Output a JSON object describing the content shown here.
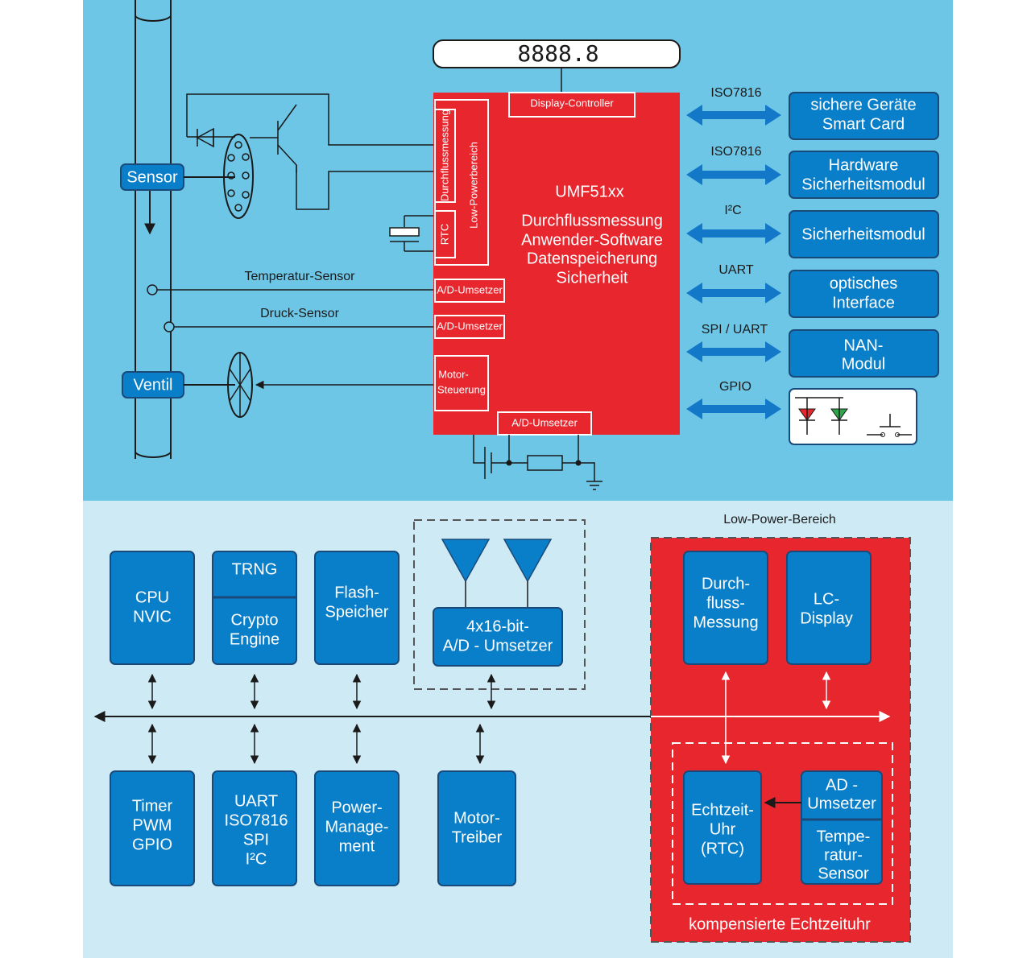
{
  "colors": {
    "top_bg": "#6ec6e6",
    "bottom_bg": "#cdeaf5",
    "red": "#e8262e",
    "box_blue": "#0a7fc9",
    "arrow_blue": "#1478c8",
    "white": "#ffffff"
  },
  "top": {
    "display_readout": "8888.8",
    "display_controller": "Display-Controller",
    "durchflussmessung_vertical": "Durchflussmessung",
    "low_power_vertical": "Low-Powerbereich",
    "rtc_vertical": "RTC",
    "ad1": "A/D-Umsetzer",
    "ad2": "A/D-Umsetzer",
    "ad3": "A/D-Umsetzer",
    "motor_line1": "Motor-",
    "motor_line2": "Steuerung",
    "chip_name": "UMF51xx",
    "chip_lines": [
      "Durchflussmessung",
      "Anwender-Software",
      "Datenspeicherung",
      "Sicherheit"
    ],
    "sensor_label": "Sensor",
    "ventil_label": "Ventil",
    "temp_sensor": "Temperatur-Sensor",
    "druck_sensor": "Druck-Sensor",
    "interfaces": [
      {
        "proto": "ISO7816",
        "lines": [
          "sichere Geräte",
          "Smart Card"
        ]
      },
      {
        "proto": "ISO7816",
        "lines": [
          "Hardware",
          "Sicherheitsmodul"
        ]
      },
      {
        "proto": "I²C",
        "lines": [
          "Sicherheitsmodul"
        ]
      },
      {
        "proto": "UART",
        "lines": [
          "optisches",
          "Interface"
        ]
      },
      {
        "proto": "SPI / UART",
        "lines": [
          "NAN-",
          "Modul"
        ]
      },
      {
        "proto": "GPIO",
        "lines": []
      }
    ]
  },
  "bottom": {
    "low_power_title": "Low-Power-Bereich",
    "kompensiert": "kompensierte Echtzeituhr",
    "cpu": [
      "CPU",
      "NVIC"
    ],
    "trng": "TRNG",
    "crypto": [
      "Crypto",
      "Engine"
    ],
    "flash": [
      "Flash-",
      "Speicher"
    ],
    "adc": [
      "4x16-bit-",
      "A/D - Umsetzer"
    ],
    "durchfluss": [
      "Durch-",
      "fluss-",
      "Messung"
    ],
    "lcd": [
      "LC-",
      "Display"
    ],
    "timer": [
      "Timer",
      "PWM",
      "GPIO"
    ],
    "uart": [
      "UART",
      "ISO7816",
      "SPI",
      "I²C"
    ],
    "power": [
      "Power-",
      "Manage-",
      "ment"
    ],
    "motor": [
      "Motor-",
      "Treiber"
    ],
    "rtc": [
      "Echtzeit-",
      "Uhr",
      "(RTC)"
    ],
    "ad_umsetzer": [
      "AD -",
      "Umsetzer"
    ],
    "temp": [
      "Tempe-",
      "ratur-",
      "Sensor"
    ]
  }
}
